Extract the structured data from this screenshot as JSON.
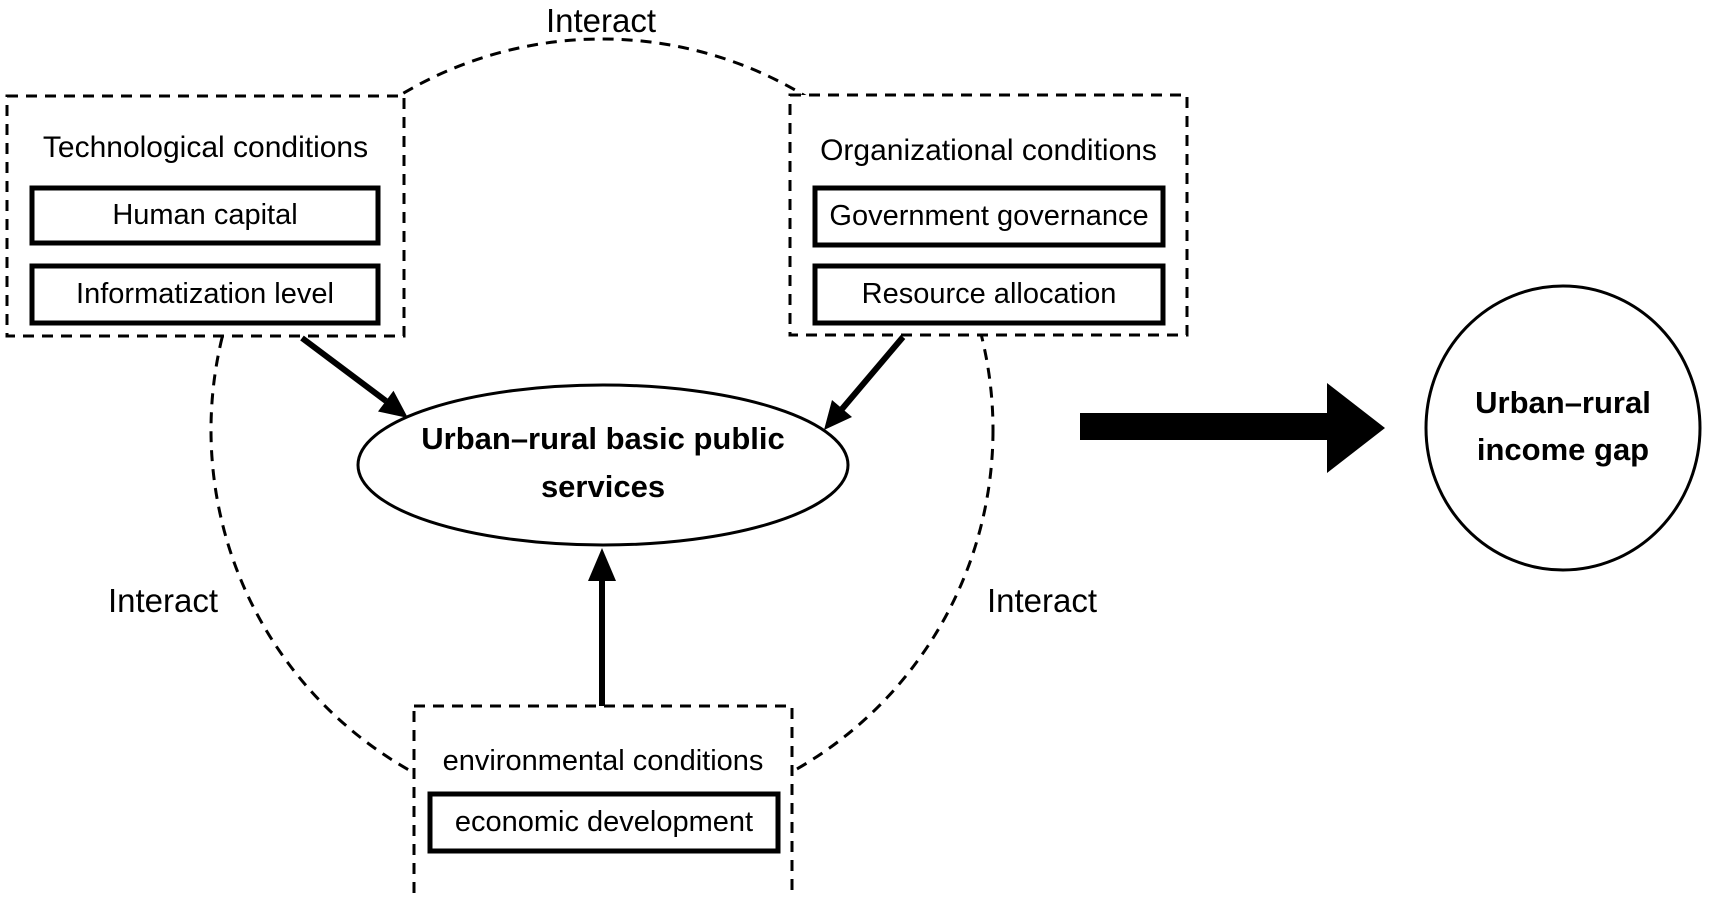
{
  "diagram": {
    "colors": {
      "ink": "#000000",
      "background": "#ffffff"
    },
    "groups": {
      "technological": {
        "title": "Technological conditions",
        "items": [
          "Human capital",
          "Informatization level"
        ]
      },
      "organizational": {
        "title": "Organizational conditions",
        "items": [
          "Government governance",
          "Resource allocation"
        ]
      },
      "environmental": {
        "title": "environmental conditions",
        "items": [
          "economic development"
        ]
      }
    },
    "interact": {
      "top": "Interact",
      "left": "Interact",
      "right": "Interact"
    },
    "center_node": {
      "line1": "Urban–rural basic public",
      "line2": "services"
    },
    "outcome_node": {
      "line1": "Urban–rural",
      "line2": "income gap"
    }
  }
}
